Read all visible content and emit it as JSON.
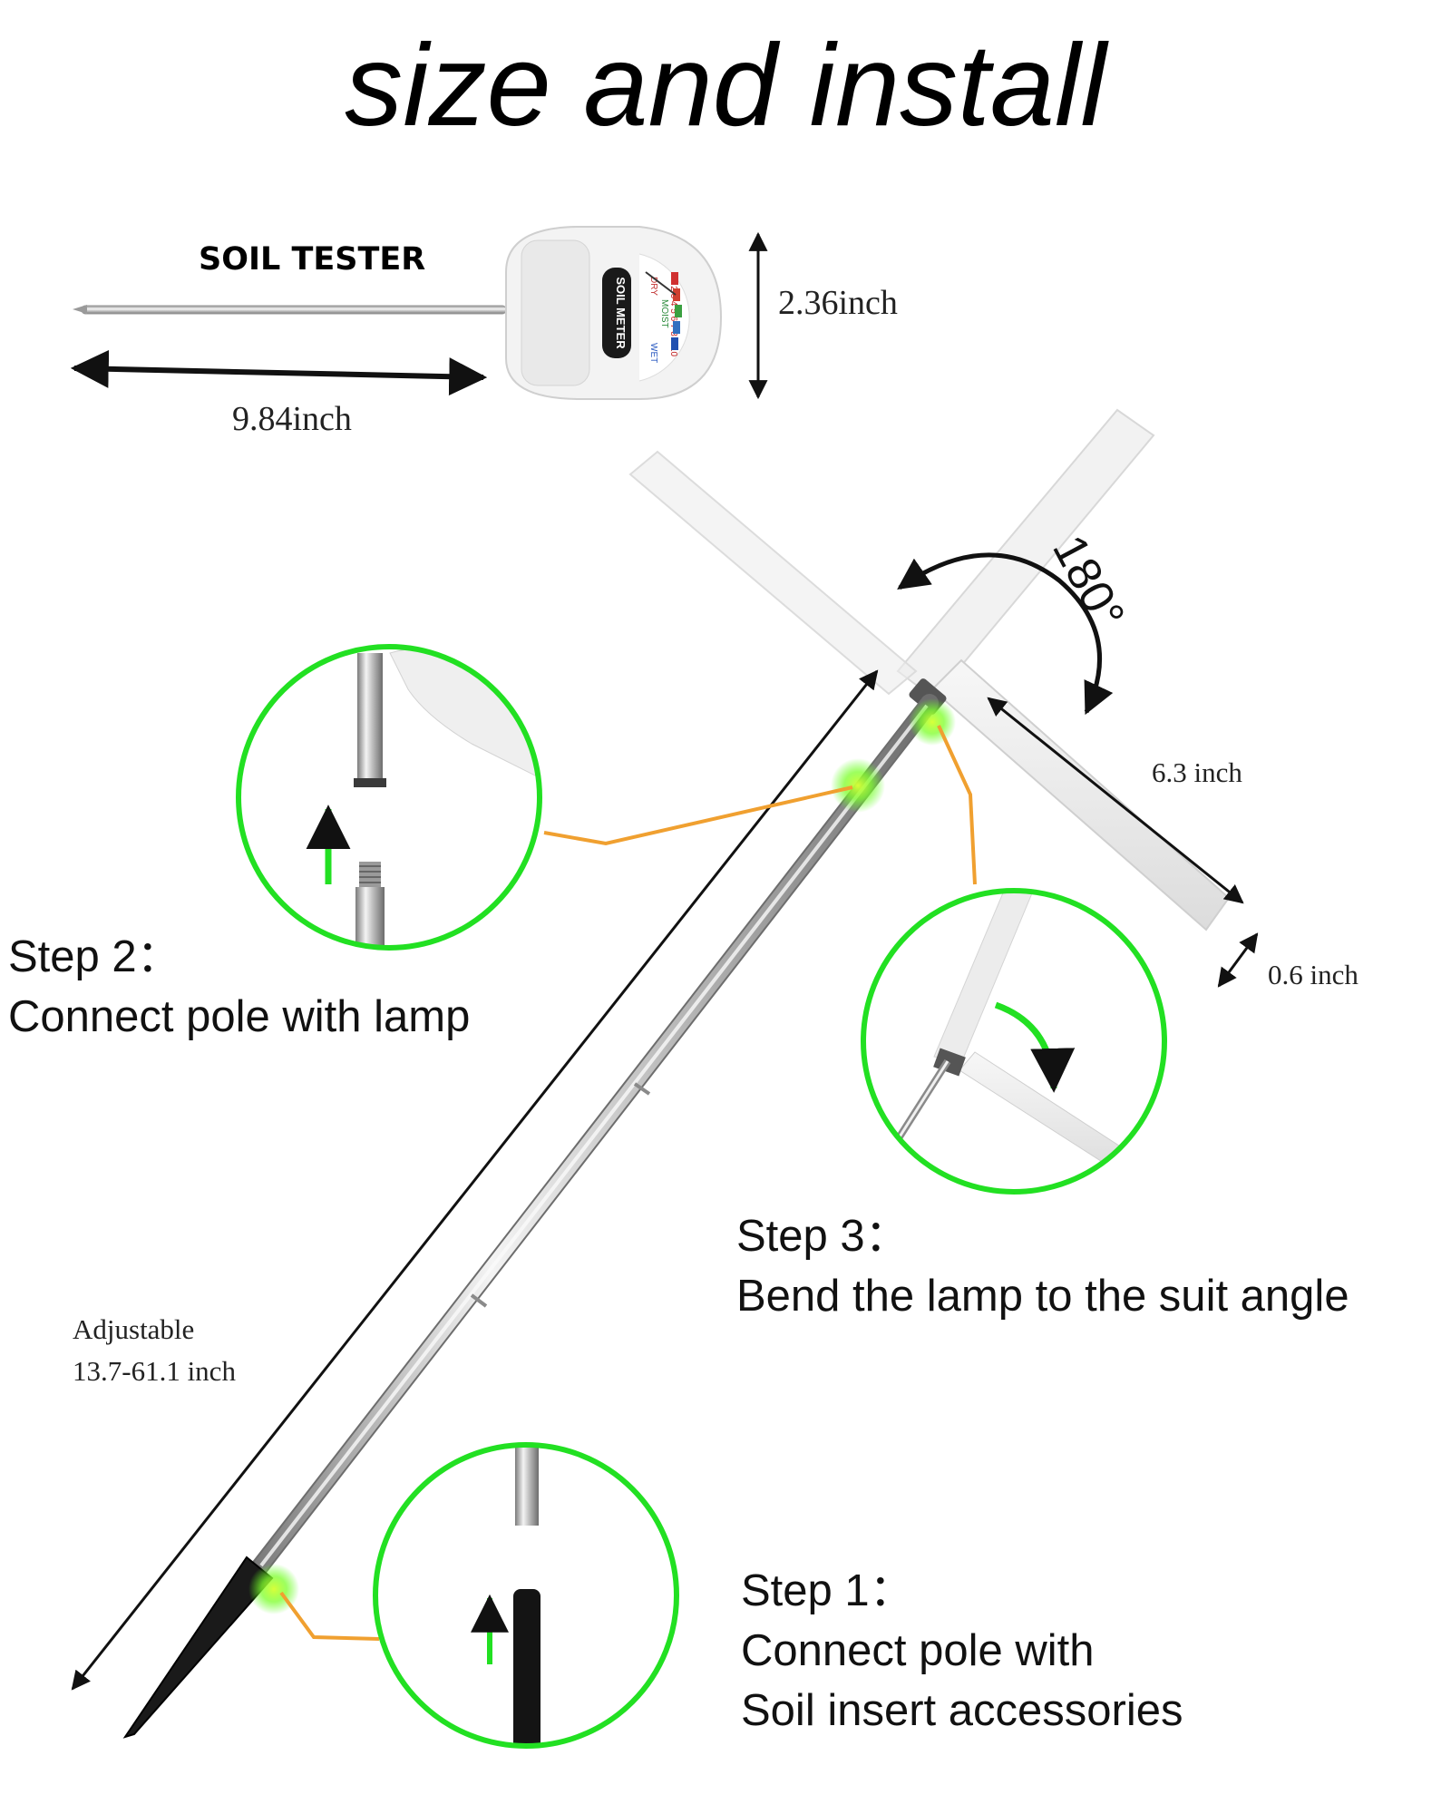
{
  "title": "size and install",
  "soil_tester": {
    "label": "SOIL TESTER",
    "meter_label": "SOIL METER",
    "scale_numbers": "1 2 3 4 5 6 7 8 9 10",
    "scale_dry": "DRY",
    "scale_moist": "MOIST",
    "scale_wet": "WET",
    "length": "9.84inch",
    "height": "2.36inch"
  },
  "lamp": {
    "rotation": "180°",
    "arm_length": "6.3 inch",
    "arm_width": "0.6 inch"
  },
  "pole": {
    "adjustable_label": "Adjustable",
    "adjustable_range": "13.7-61.1 inch"
  },
  "steps": {
    "step1": {
      "heading": "Step 1：",
      "line1": "Connect pole with",
      "line2": "Soil insert accessories"
    },
    "step2": {
      "heading": "Step 2：",
      "line1": "Connect pole with lamp"
    },
    "step3": {
      "heading": "Step 3：",
      "line1": "Bend the lamp to  the suit angle"
    }
  },
  "colors": {
    "highlight_green": "#22e022",
    "connector_orange": "#f0a030",
    "arrow_black": "#111111",
    "pole_silver": "#b8b8b8",
    "soil_spike_black": "#1a1a1a"
  }
}
